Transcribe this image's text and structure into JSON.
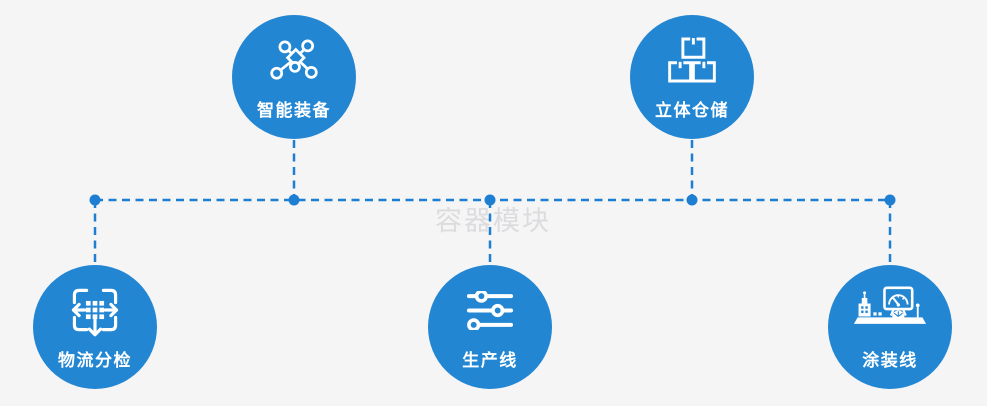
{
  "watermark": "容器模块",
  "colors": {
    "background": "#f5f5f6",
    "circle_fill": "#2386d2",
    "connector_line": "#1e7ed2",
    "icon_and_label": "#ffffff",
    "watermark_text": "#dcdcde"
  },
  "nodes": [
    {
      "id": "smart-equipment",
      "label": "智能装备",
      "icon": "network-icon",
      "position": "top-left"
    },
    {
      "id": "stereo-warehouse",
      "label": "立体仓储",
      "icon": "stacked-boxes-icon",
      "position": "top-right"
    },
    {
      "id": "logistics-sorting",
      "label": "物流分检",
      "icon": "distribute-arrows-icon",
      "position": "bottom-left"
    },
    {
      "id": "production-line",
      "label": "生产线",
      "icon": "sliders-icon",
      "position": "bottom-center"
    },
    {
      "id": "coating-line",
      "label": "涂装线",
      "icon": "machine-panel-icon",
      "position": "bottom-right"
    }
  ]
}
